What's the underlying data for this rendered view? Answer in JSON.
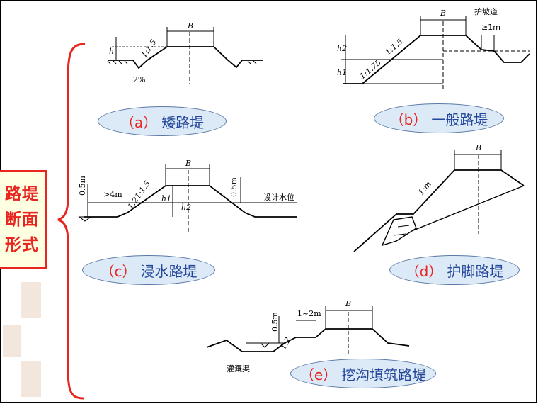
{
  "title_lines": [
    "路堤",
    "断面",
    "形式"
  ],
  "cards": [
    {
      "letter": "（a）",
      "name": "矮路堤"
    },
    {
      "letter": "（b）",
      "name": "一般路堤"
    },
    {
      "letter": "（c）",
      "name": "浸水路堤"
    },
    {
      "letter": "（d）",
      "name": "护脚路堤"
    },
    {
      "letter": "（e）",
      "name": "挖沟填筑路堤"
    }
  ],
  "labels": {
    "a": {
      "B": "B",
      "h": "h",
      "slope": "1:1.5",
      "grade": "2%"
    },
    "b": {
      "B": "B",
      "h2": "h2",
      "h1": "h1",
      "slope1": "1:1.75",
      "slope2": "1:1.5",
      "berm": "护坡道",
      "berm_width": "≥1m"
    },
    "c": {
      "B": "B",
      "m05_left": "0.5m",
      "gt4m": ">4m",
      "slope": "1:21:1.5",
      "h1": "h1",
      "h2": "h2",
      "m05_right": "0.5m",
      "water_level": "设计水位"
    },
    "d": {
      "B": "B",
      "slope": "1:m"
    },
    "e": {
      "B": "B",
      "m05": "0.5m",
      "w12m": "1~2m",
      "slope": "1:2",
      "canal": "灌溉渠"
    }
  },
  "colors": {
    "accent": "#e8251f",
    "card_fill": "#dce9f6",
    "card_text": "#24479b",
    "title_fill": "#ffffe2"
  }
}
